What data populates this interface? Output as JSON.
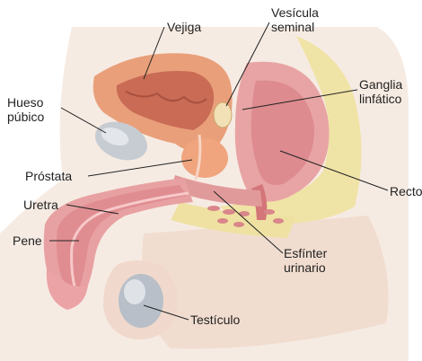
{
  "labels": {
    "vejiga": "Vejiga",
    "vesicula": [
      "Vesícula",
      "seminal"
    ],
    "ganglia": [
      "Ganglia",
      "linfático"
    ],
    "hueso": [
      "Hueso",
      "púbico"
    ],
    "prostata": "Próstata",
    "recto": "Recto",
    "uretra": "Uretra",
    "pene": "Pene",
    "esfinter": [
      "Esfínter",
      "urinario"
    ],
    "testiculo": "Testículo"
  },
  "colors": {
    "skin": "#f3e3d8",
    "skin_shadow": "#e8cfc0",
    "fat": "#f2e6a9",
    "muscle": "#e7a2a3",
    "muscle_dark": "#d97a7e",
    "bladder": "#e8956a",
    "prostate": "#f1a67b",
    "bone": "#c9cdd3",
    "testicle": "#b9c0c9",
    "leader": "#222222"
  }
}
